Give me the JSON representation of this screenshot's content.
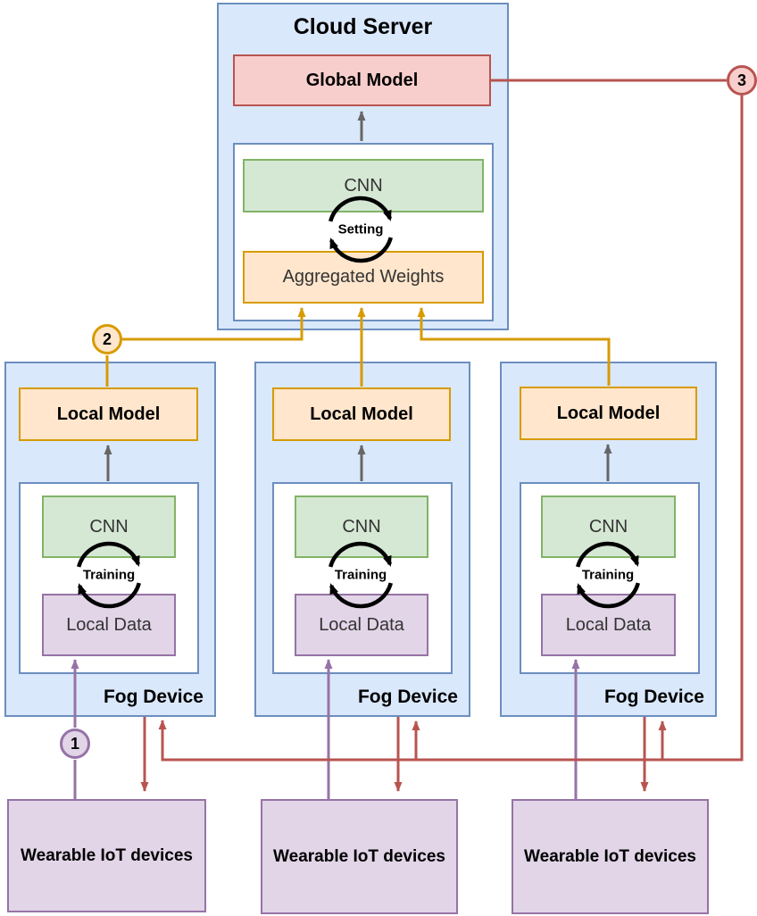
{
  "colors": {
    "container_blue_fill": "#dae8fc",
    "container_blue_stroke": "#6c8ebf",
    "cnn_green_fill": "#d5e8d4",
    "cnn_green_stroke": "#82b366",
    "model_orange_fill": "#ffe6cc",
    "model_orange_stroke": "#d79b00",
    "global_red_fill": "#f8cecc",
    "global_red_stroke": "#b85450",
    "data_purple_fill": "#e1d5e7",
    "data_purple_stroke": "#9673a6",
    "gray_arrow": "#666666",
    "cycle_black": "#000000"
  },
  "cloud_server": {
    "title": "Cloud Server",
    "global_model_label": "Global Model",
    "cnn_label": "CNN",
    "cycle_label": "Setting",
    "aggregated_weights_label": "Aggregated Weights"
  },
  "fog_devices": [
    {
      "device_label": "Fog Device",
      "local_model_label": "Local Model",
      "cnn_label": "CNN",
      "cycle_label": "Training",
      "local_data_label": "Local Data"
    },
    {
      "device_label": "Fog Device",
      "local_model_label": "Local Model",
      "cnn_label": "CNN",
      "cycle_label": "Training",
      "local_data_label": "Local Data"
    },
    {
      "device_label": "Fog Device",
      "local_model_label": "Local Model",
      "cnn_label": "CNN",
      "cycle_label": "Training",
      "local_data_label": "Local Data"
    }
  ],
  "wearable_devices": [
    {
      "label": "Wearable IoT devices"
    },
    {
      "label": "Wearable IoT devices"
    },
    {
      "label": "Wearable IoT devices"
    }
  ],
  "step_markers": [
    {
      "number": "1"
    },
    {
      "number": "2"
    },
    {
      "number": "3"
    }
  ]
}
